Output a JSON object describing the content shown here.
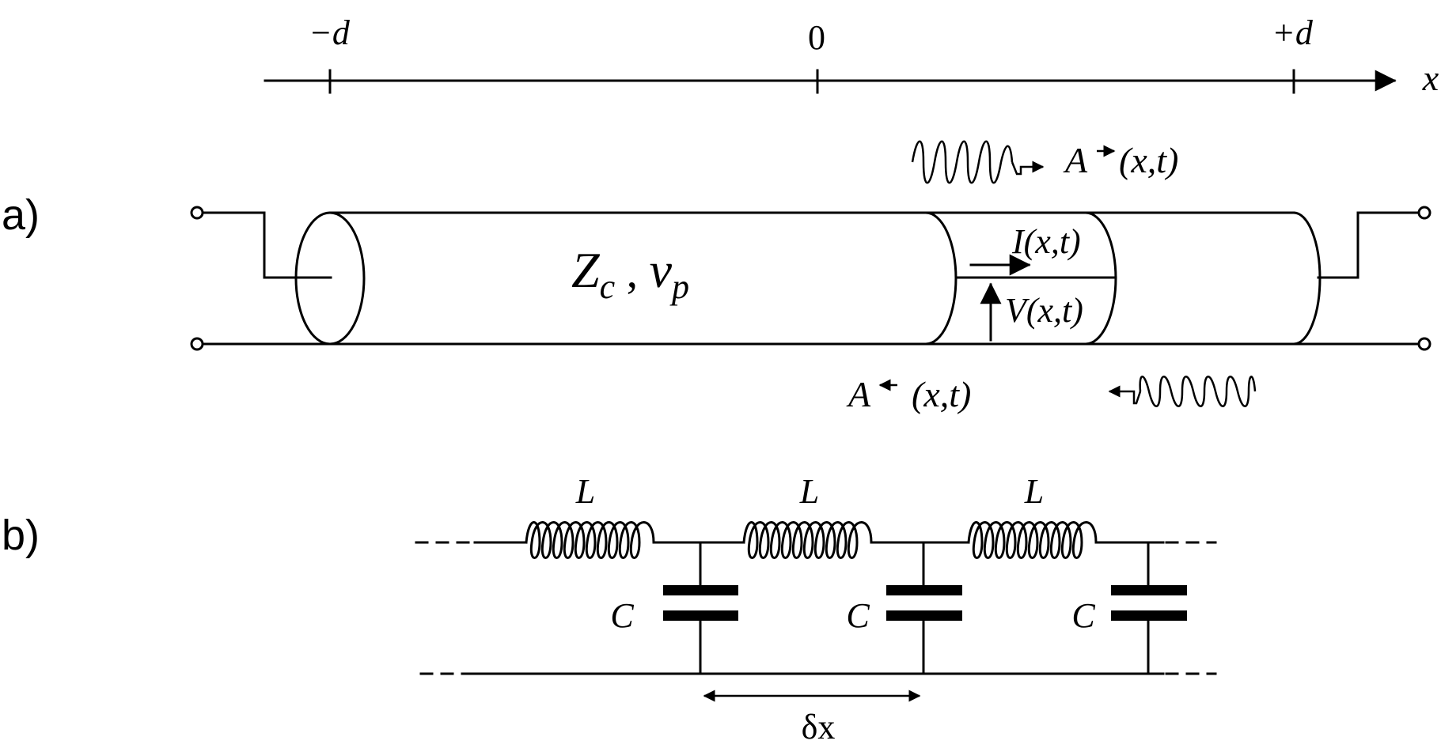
{
  "panel_labels": {
    "a": "a)",
    "b": "b)"
  },
  "axis": {
    "variable": "x",
    "ticks": [
      "−d",
      "0",
      "+d"
    ]
  },
  "line": {
    "impedance": "Z",
    "impedance_sub": "c",
    "separator": " , ",
    "velocity": "v",
    "velocity_sub": "p"
  },
  "signals": {
    "current": "I(x,t)",
    "voltage": "V(x,t)",
    "forward_wave_symbol": "A",
    "forward_wave_args": "(x,t)",
    "backward_wave_symbol": "A",
    "backward_wave_args": "(x,t)"
  },
  "circuit": {
    "inductor_label": "L",
    "capacitor_label": "C",
    "cell_length": "δx"
  }
}
